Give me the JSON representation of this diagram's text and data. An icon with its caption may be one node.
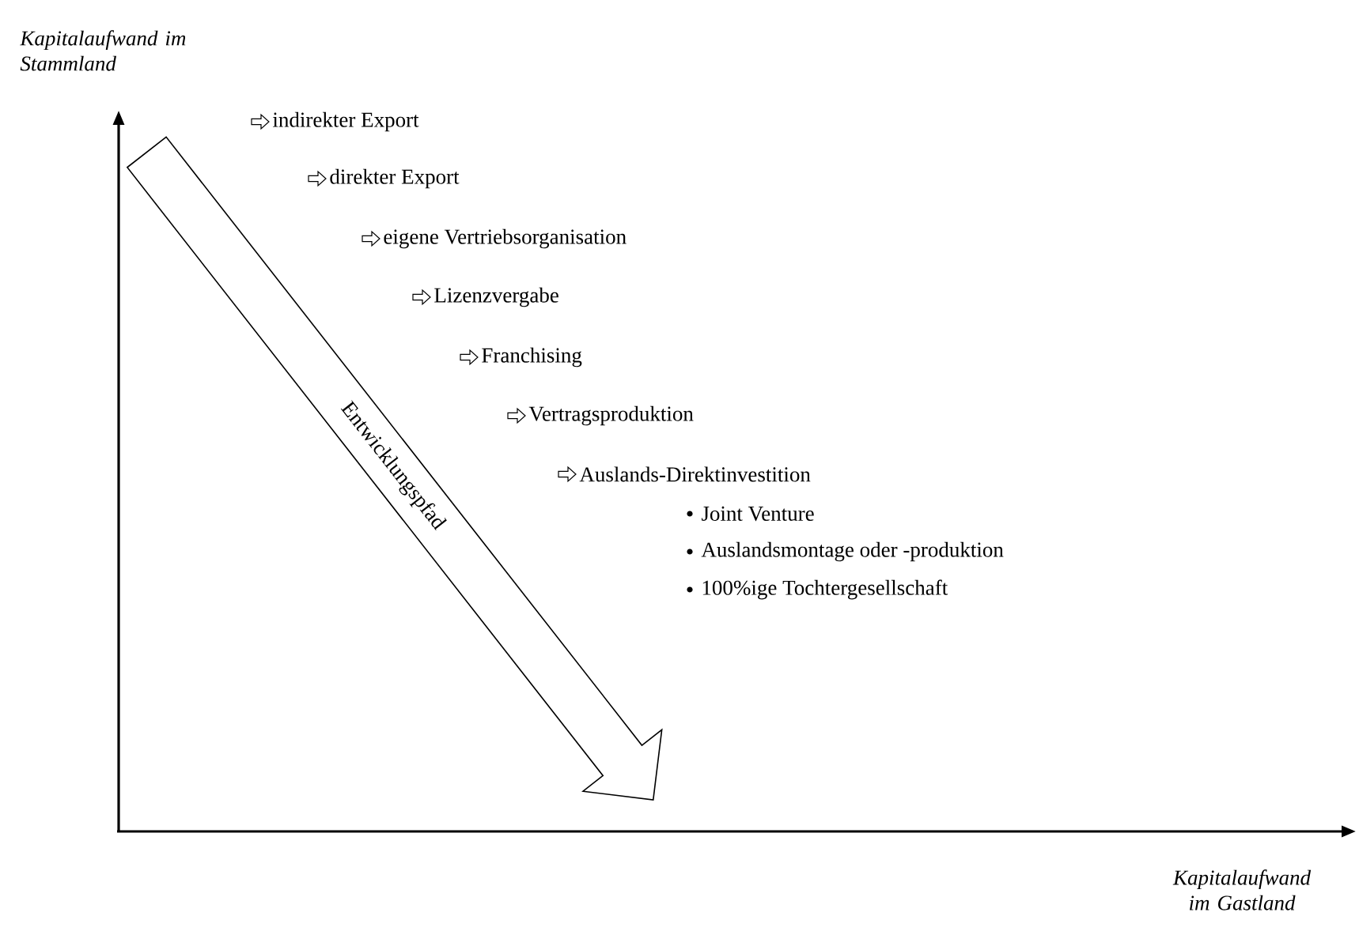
{
  "diagram": {
    "nodes": [
      {
        "text": [
          "Entwicklungspfad"
        ]
      }
    ],
    "labels": [
      "Kapitalaufwand im Stammland",
      "indirekter Export",
      "direkter Export",
      "eigene Vertriebsorganisation",
      "Lizenzvergabe",
      "Franchising",
      "Vertragsproduktion",
      "Auslands-Direktinvestition",
      "Joint Venture",
      "Auslandsmontage oder -produktion",
      "100%ige Tochtergesellschaft",
      "Kapitalaufwand im Gastland"
    ]
  }
}
